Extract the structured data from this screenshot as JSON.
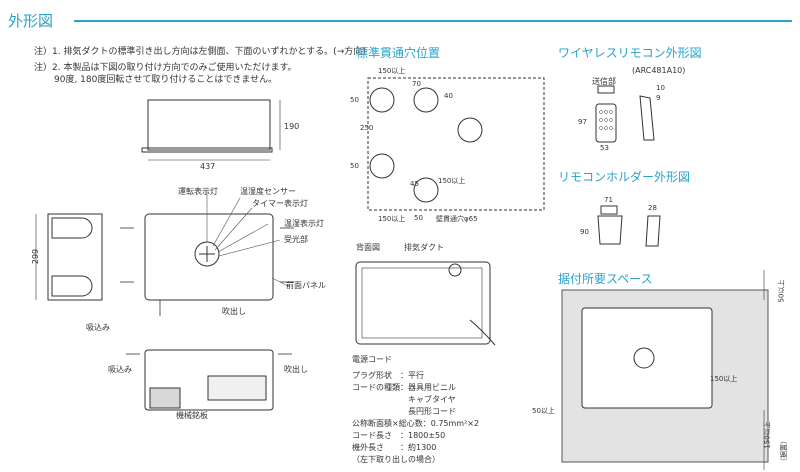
{
  "header": {
    "title": "外形図"
  },
  "notes": [
    "注）1. 排気ダクトの標準引き出し方向は左側面、下面のいずれかとする。(→方向)",
    "注）2. 本製品は下図の取り付け方向でのみご使用いただけます。",
    "90度, 180度回転させて取り付けることはできません。"
  ],
  "main_unit": {
    "dim_width": "437",
    "dim_height": "190",
    "dim_side": "299",
    "labels": {
      "run_lamp": "運転表示灯",
      "temp_sensor": "温湿度センサー",
      "timer_lamp": "タイマー表示灯",
      "temp_lamp": "温湿表示灯",
      "receiver": "受光部",
      "front_panel": "前面パネル",
      "intake_1": "吸込み",
      "exhaust_1": "吹出し",
      "intake_2": "吸込み",
      "exhaust_2": "吹出し",
      "nameplate": "機械銘板"
    }
  },
  "hole_pos": {
    "title": "標準貫通穴位置",
    "dims": {
      "d150_top": "150以上",
      "d70": "70",
      "d50_l": "50",
      "d40": "40",
      "d250": "250",
      "d50_l2": "50",
      "d45": "45",
      "d150_r": "150以上",
      "d150_bot": "150以上",
      "d50_bot": "50",
      "hole": "壁貫通穴φ65"
    }
  },
  "back_view": {
    "title": "背面図",
    "duct": "排気ダクト",
    "cord": "電源コード"
  },
  "specs": [
    "プラグ形状　：平行",
    "コードの種類：器具用ビニル",
    "　　　　　　　キャブタイヤ",
    "　　　　　　　長円形コード",
    "公称断面積×総心数：0.75mm²×2",
    "コード長さ　：1800±50",
    "機外長さ　　：約1300",
    "（左下取り出しの場合）"
  ],
  "remote": {
    "title": "ワイヤレスリモコン外形図",
    "model": "(ARC481A10)",
    "transmitter": "送信部",
    "d10": "10",
    "d9": "9",
    "d97": "97",
    "d53": "53"
  },
  "holder": {
    "title": "リモコンホルダー外形図",
    "d71": "71",
    "d28": "28",
    "d90": "90"
  },
  "space": {
    "title": "据付所要スペース",
    "d50_top": "50以上",
    "d150_right": "150以上",
    "d50_left": "50以上",
    "d150_bottom": "150以上",
    "d_ceiling": "（据置）"
  },
  "colors": {
    "accent": "#29a3cc",
    "line": "#333333"
  }
}
